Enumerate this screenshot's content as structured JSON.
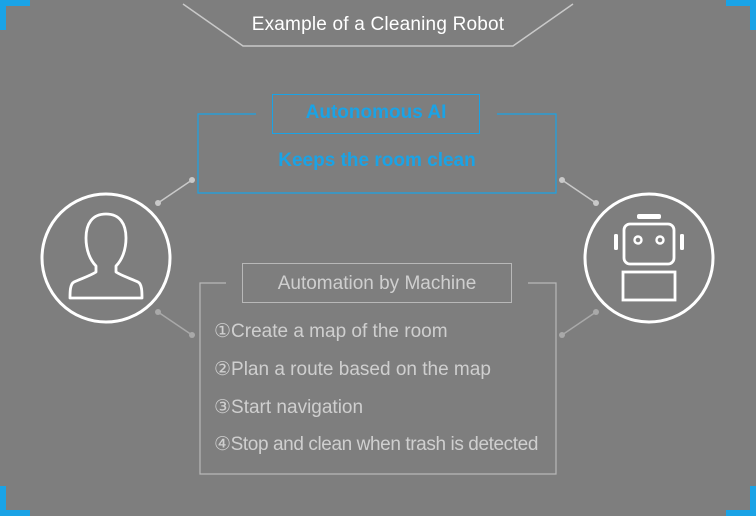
{
  "title": "Example of a Cleaning Robot",
  "ai_panel": {
    "title": "Autonomous AI",
    "subtitle": "Keeps the room clean"
  },
  "machine_panel": {
    "title": "Automation by Machine",
    "steps": [
      "①Create a map of the room",
      "②Plan a route based on the map",
      "③Start navigation",
      "④Stop and clean when trash is detected"
    ]
  },
  "icons": {
    "left": "person-icon",
    "right": "robot-icon"
  },
  "colors": {
    "background": "#7e7e7e",
    "accent": "#1aa3e6",
    "muted": "#bdbdbd",
    "white": "#ffffff"
  }
}
